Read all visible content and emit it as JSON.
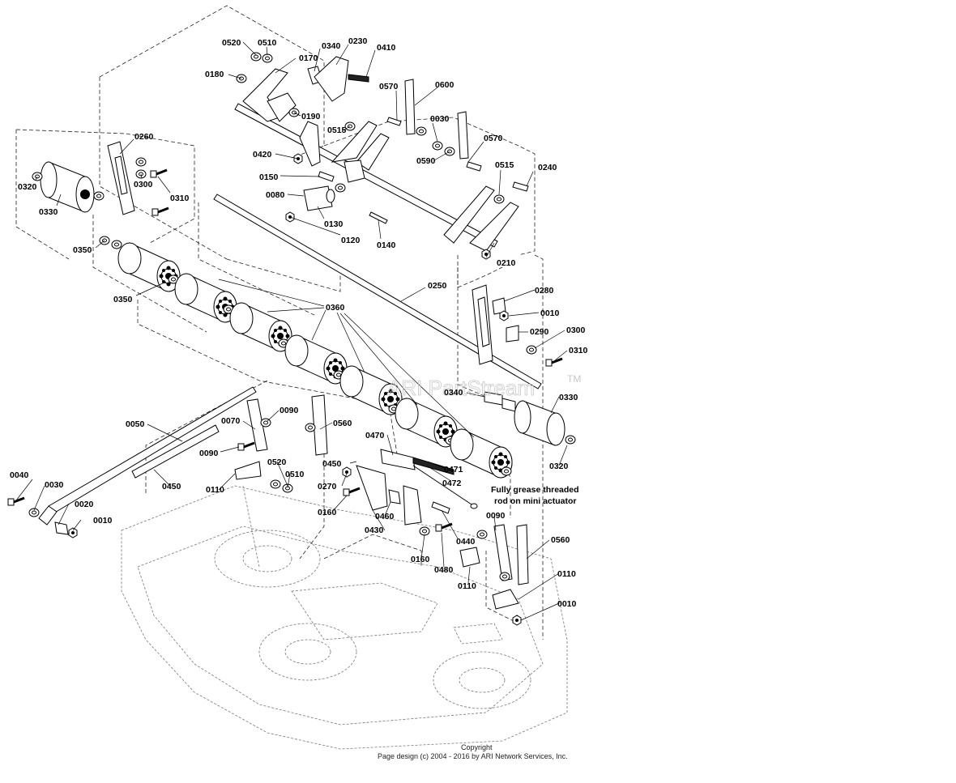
{
  "title": "",
  "part_labels": {
    "p0520a": "0520",
    "p0510a": "0510",
    "p0170": "0170",
    "p0340a": "0340",
    "p0230": "0230",
    "p0410": "0410",
    "p0180": "0180",
    "p0570a": "0570",
    "p0600": "0600",
    "p0190": "0190",
    "p0515a": "0515",
    "p0030a": "0030",
    "p0260": "0260",
    "p0570b": "0570",
    "p0590": "0590",
    "p0420": "0420",
    "p0515b": "0515",
    "p0240": "0240",
    "p0150": "0150",
    "p0320a": "0320",
    "p0300a": "0300",
    "p0310a": "0310",
    "p0080": "0080",
    "p0130": "0130",
    "p0330a": "0330",
    "p0120": "0120",
    "p0140": "0140",
    "p0350a": "0350",
    "p0210": "0210",
    "p0250": "0250",
    "p0280": "0280",
    "p0350b": "0350",
    "p0360": "0360",
    "p0010a": "0010",
    "p0290": "0290",
    "p0300b": "0300",
    "p0310b": "0310",
    "p0340b": "0340",
    "p0330b": "0330",
    "p0050": "0050",
    "p0090a": "0090",
    "p0070": "0070",
    "p0560a": "0560",
    "p0470": "0470",
    "p0090b": "0090",
    "p0320b": "0320",
    "p0450a": "0450",
    "p0471": "0471",
    "p0520b": "0520",
    "p0270": "0270",
    "p0472": "0472",
    "p0510b": "0510",
    "p0040": "0040",
    "p0030b": "0030",
    "p0110a": "0110",
    "p0450b": "0450",
    "p0160a": "0160",
    "p0020": "0020",
    "p0460": "0460",
    "p0010b": "0010",
    "p0430": "0430",
    "p0090c": "0090",
    "p0560b": "0560",
    "p0440": "0440",
    "p0160b": "0160",
    "p0480": "0480",
    "p0110b": "0110",
    "p0110c": "0110",
    "p0010c": "0010"
  },
  "note": [
    "Fully grease threaded",
    "rod on mini actuator"
  ],
  "watermark": "ARI PartStream",
  "watermark_tm": "TM",
  "footer": [
    "Copyright",
    "Page design (c) 2004 - 2016 by ARI Network Services, Inc."
  ]
}
